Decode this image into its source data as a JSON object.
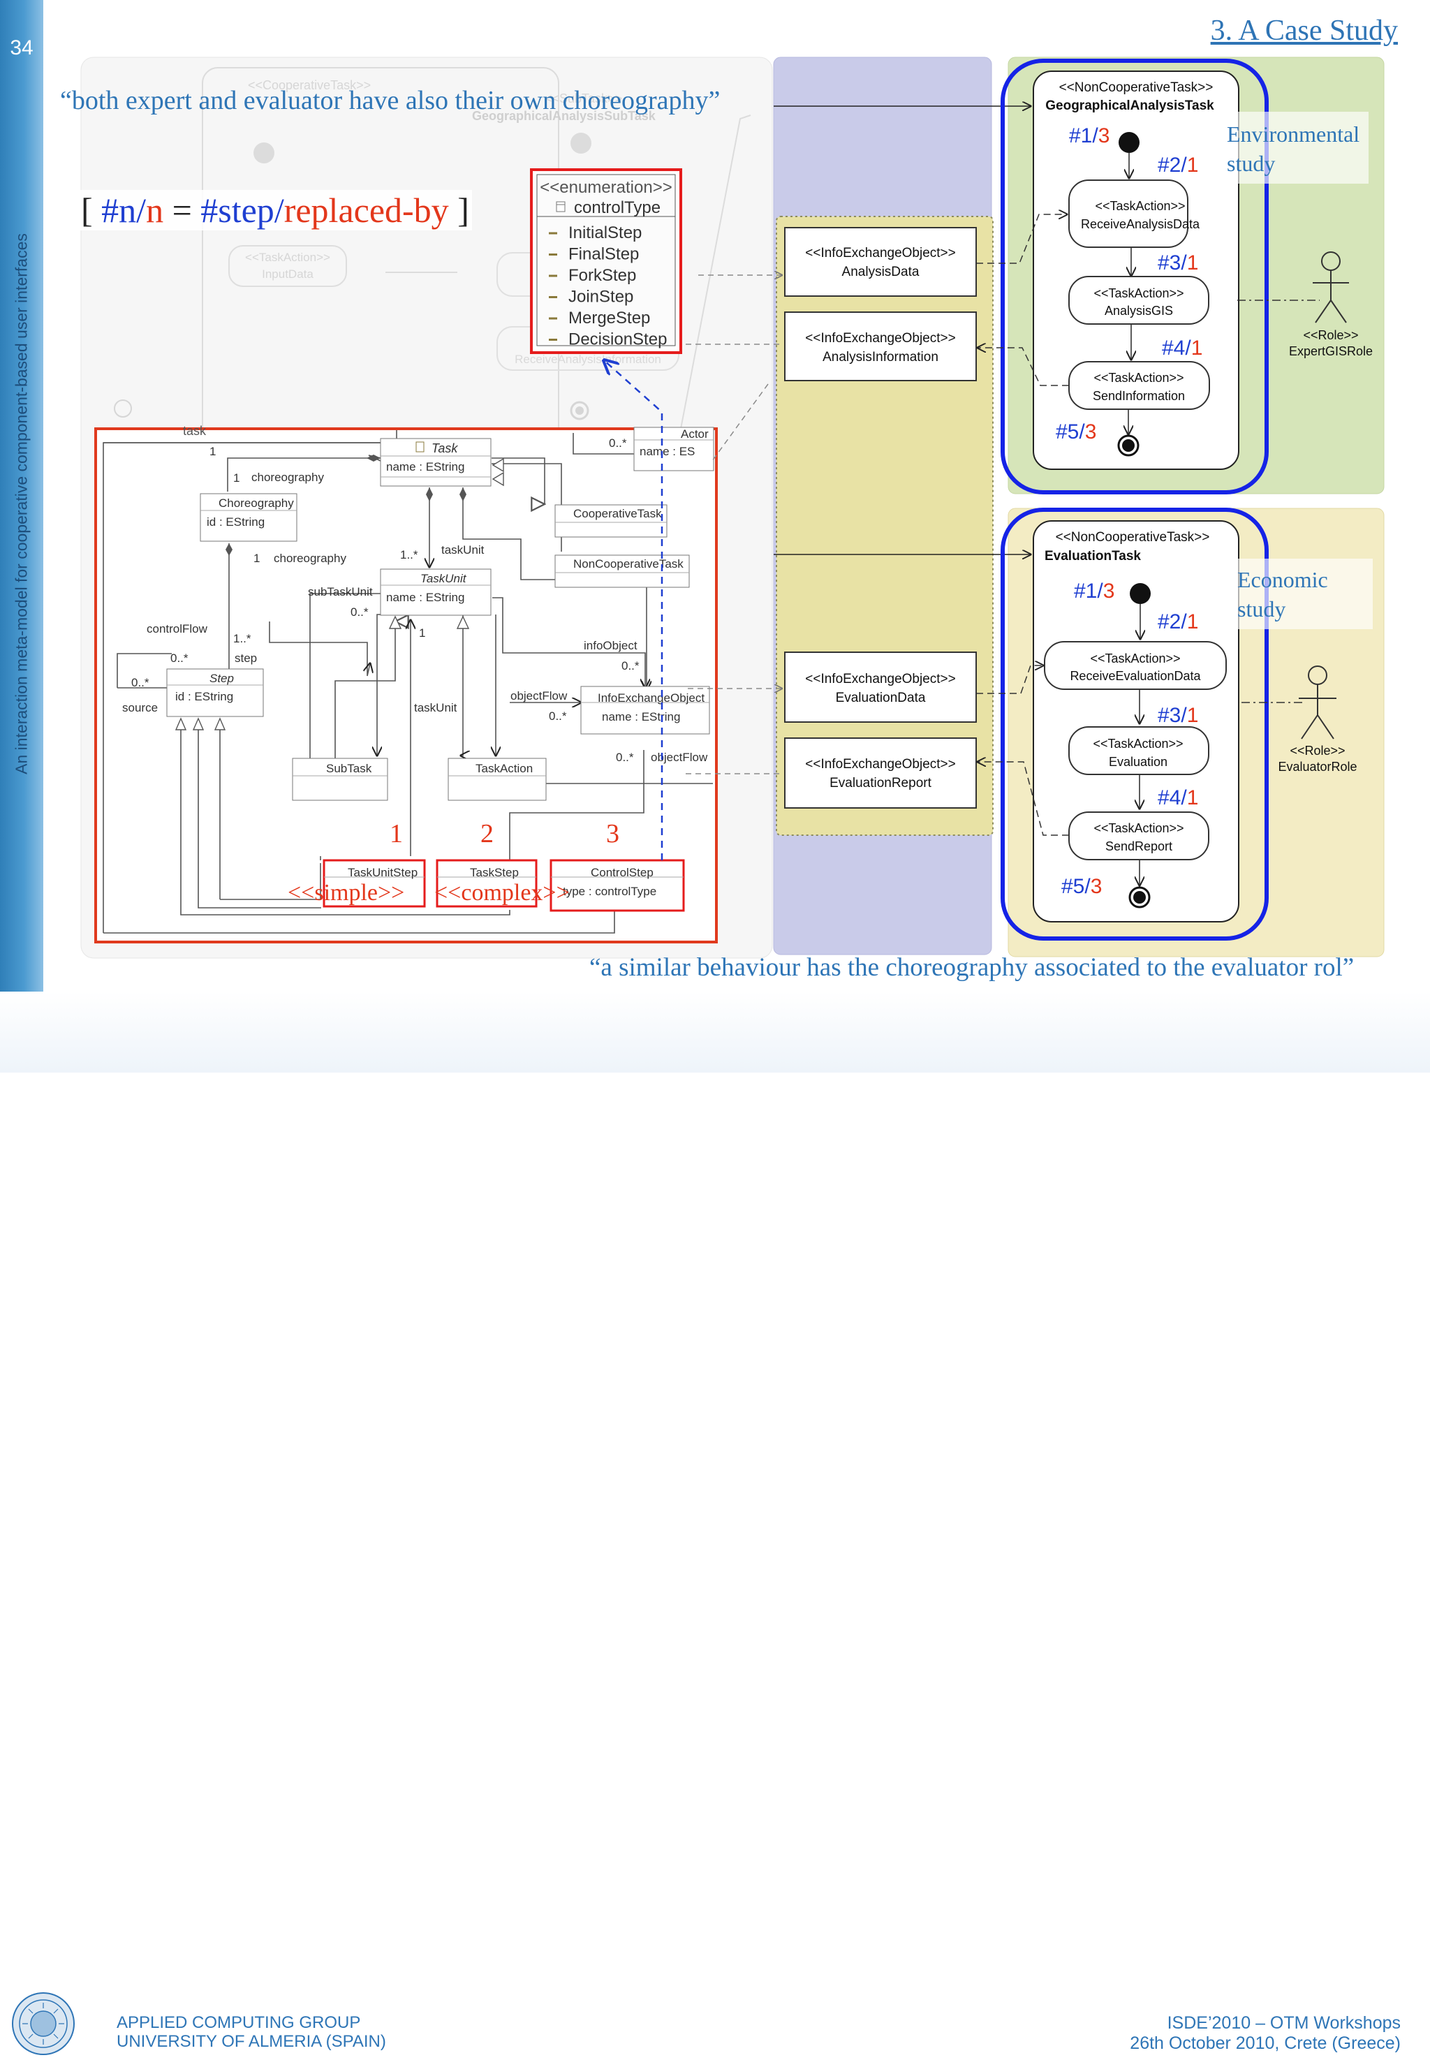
{
  "slide": {
    "number": "34",
    "sidebar_title": "An interaction meta-model for cooperative component-based user interfaces",
    "section_title": "3. A Case Study",
    "quote_top": "“both expert and evaluator have also their own choreography”",
    "quote_bottom": "“a similar behaviour has the choreography associated to the evaluator rol”",
    "legend": {
      "bracket_open": "[",
      "hash_n": "#n",
      "slash": "/",
      "n": "n",
      "eq": "=",
      "hash_step": "#step",
      "replaced_by": "replaced-by",
      "bracket_close": "]"
    }
  },
  "background_faded": {
    "coop_stereo": "<<CooperativeTask>>",
    "sub_stereo": "<<SubTask>>",
    "sub_name": "GeographicalAnalysisSubTask",
    "input_stereo": "<<TaskAction>>",
    "input_name": "InputData",
    "receive_info": "ReceiveAnalysisInformation"
  },
  "enumeration": {
    "stereotype": "<<enumeration>>",
    "name": "controlType",
    "literals": [
      "InitialStep",
      "FinalStep",
      "ForkStep",
      "JoinStep",
      "MergeStep",
      "DecisionStep"
    ]
  },
  "metamodel": {
    "task_label": "task",
    "classes": {
      "task": {
        "name": "Task",
        "attr": "name : EString"
      },
      "actor": {
        "name": "Actor",
        "attr": "name : ES"
      },
      "choreography": {
        "name": "Choreography",
        "attr": "id : EString"
      },
      "cooperative_task": {
        "name": "CooperativeTask"
      },
      "non_cooperative_task": {
        "name": "NonCooperativeTask"
      },
      "task_unit": {
        "name": "TaskUnit",
        "attr": "name : EString"
      },
      "step": {
        "name": "Step",
        "attr": "id : EString"
      },
      "info_exchange_object": {
        "name": "InfoExchangeObject",
        "attr": "name : EString"
      },
      "sub_task": {
        "name": "SubTask"
      },
      "task_action": {
        "name": "TaskAction"
      },
      "task_unit_step": {
        "name": "TaskUnitStep"
      },
      "task_step": {
        "name": "TaskStep"
      },
      "control_step": {
        "name": "ControlStep",
        "attr": "type : controlType"
      }
    },
    "labels": {
      "one_a": "1",
      "choreography_a": "choreography",
      "one_b": "1",
      "choreography_b": "choreography",
      "one_c": "1",
      "zero_many_actor": "0..*",
      "one_many_tu": "1..*",
      "task_unit": "taskUnit",
      "sub_task_unit": "subTaskUnit",
      "zero_many_tu": "0..*",
      "one_d": "1",
      "control_flow": "controlFlow",
      "one_many_step": "1..*",
      "step": "step",
      "zero_many_cf1": "0..*",
      "zero_many_cf2": "0..*",
      "source": "source",
      "info_object": "infoObject",
      "zero_many_io": "0..*",
      "object_flow_a": "objectFlow",
      "zero_many_of1": "0..*",
      "task_unit_b": "taskUnit",
      "zero_many_of2": "0..*",
      "object_flow_b": "objectFlow"
    },
    "numbers": [
      "1",
      "2",
      "3"
    ],
    "stereotype_simple": "<<simple>>",
    "stereotype_complex": "<<complex>>"
  },
  "info_objects": [
    {
      "stereotype": "<<InfoExchangeObject>>",
      "name": "AnalysisData"
    },
    {
      "stereotype": "<<InfoExchangeObject>>",
      "name": "AnalysisInformation"
    },
    {
      "stereotype": "<<InfoExchangeObject>>",
      "name": "EvaluationData"
    },
    {
      "stereotype": "<<InfoExchangeObject>>",
      "name": "EvaluationReport"
    }
  ],
  "task_geo": {
    "stereotype": "<<NonCooperativeTask>>",
    "name": "GeographicalAnalysisTask",
    "study_line1": "Environmental",
    "study_line2": "study",
    "actions": [
      {
        "stereotype": "<<TaskAction>>",
        "name": "ReceiveAnalysisData"
      },
      {
        "stereotype": "<<TaskAction>>",
        "name": "AnalysisGIS"
      },
      {
        "stereotype": "<<TaskAction>>",
        "name": "SendInformation"
      }
    ],
    "step_labels": [
      {
        "hash": "#1",
        "slash": "/",
        "rep": "3"
      },
      {
        "hash": "#2",
        "slash": "/",
        "rep": "1"
      },
      {
        "hash": "#3",
        "slash": "/",
        "rep": "1"
      },
      {
        "hash": "#4",
        "slash": "/",
        "rep": "1"
      },
      {
        "hash": "#5",
        "slash": "/",
        "rep": "3"
      }
    ],
    "role_stereotype": "<<Role>>",
    "role_name": "ExpertGISRole"
  },
  "task_eval": {
    "stereotype": "<<NonCooperativeTask>>",
    "name": "EvaluationTask",
    "study_line1": "Economic",
    "study_line2": "study",
    "actions": [
      {
        "stereotype": "<<TaskAction>>",
        "name": "ReceiveEvaluationData"
      },
      {
        "stereotype": "<<TaskAction>>",
        "name": "Evaluation"
      },
      {
        "stereotype": "<<TaskAction>>",
        "name": "SendReport"
      }
    ],
    "step_labels": [
      {
        "hash": "#1",
        "slash": "/",
        "rep": "3"
      },
      {
        "hash": "#2",
        "slash": "/",
        "rep": "1"
      },
      {
        "hash": "#3",
        "slash": "/",
        "rep": "1"
      },
      {
        "hash": "#4",
        "slash": "/",
        "rep": "1"
      },
      {
        "hash": "#5",
        "slash": "/",
        "rep": "3"
      }
    ],
    "role_stereotype": "<<Role>>",
    "role_name": "EvaluatorRole"
  },
  "footer": {
    "group": "APPLIED COMPUTING GROUP",
    "university": "UNIVERSITY OF ALMERIA (SPAIN)",
    "conference": "ISDE’2010 – OTM Workshops",
    "date_place": "26th October 2010, Crete (Greece)"
  },
  "colors": {
    "accent_blue": "#2e75b6",
    "highlight_red": "#e3371b",
    "focus_blue": "#1f3fd1",
    "green_panel": "#d6e5b9",
    "yellow_panel": "#f3ecc4",
    "lavender_panel": "#c9cbe9"
  }
}
